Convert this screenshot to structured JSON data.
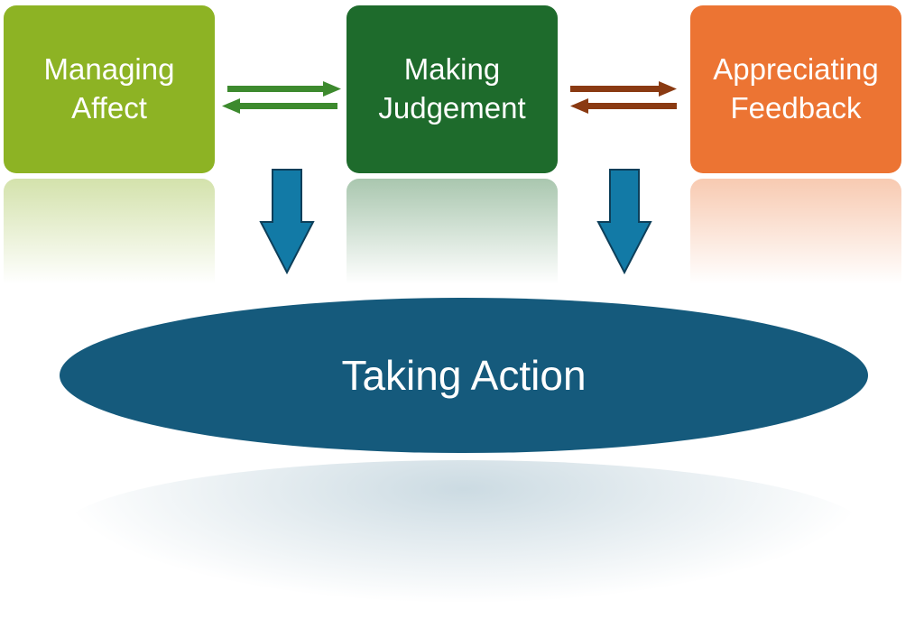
{
  "boxes": [
    {
      "line1": "Managing",
      "line2": "Affect",
      "color": "#8db324"
    },
    {
      "line1": "Making",
      "line2": "Judgement",
      "color": "#1e6b2c"
    },
    {
      "line1": "Appreciating",
      "line2": "Feedback",
      "color": "#ec7433"
    }
  ],
  "center": {
    "label": "Taking Action",
    "color": "#155a7c"
  },
  "colors": {
    "arrow_green": "#3d8a2e",
    "arrow_brown": "#8a3a12",
    "arrow_blue": "#127aa6"
  }
}
